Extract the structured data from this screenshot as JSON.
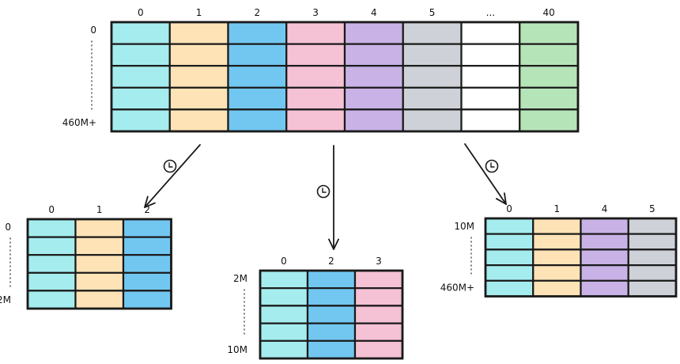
{
  "colors": {
    "c0": "#a5ecee",
    "c1": "#fde3b6",
    "c2": "#72c7f1",
    "c3": "#f5c1d4",
    "c4": "#c8b2e6",
    "c5": "#ced2d8",
    "cDots": "#ffffff",
    "c40": "#b6e4b9"
  },
  "source_table": {
    "columns": [
      "0",
      "1",
      "2",
      "3",
      "4",
      "5",
      "...",
      "40"
    ],
    "column_colors": [
      "c0",
      "c1",
      "c2",
      "c3",
      "c4",
      "c5",
      "cDots",
      "c40"
    ],
    "row_start": "0",
    "row_end": "460M+",
    "rows": 5
  },
  "partitions": [
    {
      "name": "left",
      "columns": [
        "0",
        "1",
        "2"
      ],
      "column_colors": [
        "c0",
        "c1",
        "c2"
      ],
      "row_start": "0",
      "row_end": "2M",
      "rows": 5
    },
    {
      "name": "middle",
      "columns": [
        "0",
        "2",
        "3"
      ],
      "column_colors": [
        "c0",
        "c2",
        "c3"
      ],
      "row_start": "2M",
      "row_end": "10M",
      "rows": 5
    },
    {
      "name": "right",
      "columns": [
        "0",
        "1",
        "4",
        "5"
      ],
      "column_colors": [
        "c0",
        "c1",
        "c4",
        "c5"
      ],
      "row_start": "10M",
      "row_end": "460M+",
      "rows": 5
    }
  ],
  "arrow_icon": "clock-icon"
}
